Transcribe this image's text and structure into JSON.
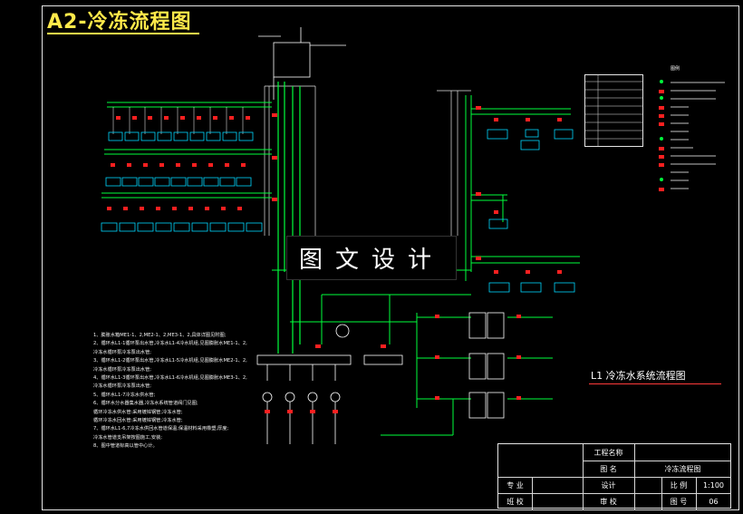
{
  "header": {
    "sheet_title": "A2-冷冻流程图"
  },
  "watermark": "图文设计",
  "diagram": {
    "title": "L1 冷冻水系统流程图",
    "legend_heading": "图例"
  },
  "notes": [
    "1、膨胀水箱ME1-1、2,ME2-1、2,ME3-1、2,具体详图见附图;",
    "2、循环水L1-1循环泵出水管,冷冻水L1-4冷水机组,见图膨胀水ME1-1、2,",
    "   冷冻水循环泵冷冻泵出水管;",
    "3、循环水L1-2循环泵出水管,冷冻水L1-5冷水机组,见图膨胀水ME2-1、2,",
    "   冷冻水循环泵冷冻泵出水管;",
    "4、循环水L1-3循环泵出水管,冷冻水L1-6冷水机组,见图膨胀水ME3-1、2,",
    "   冷冻水循环泵冷冻泵出水管;",
    "5、循环水L1-7冷冻水供水管;",
    "6、循环水分水器集水器,冷冻水系统管道阀门见图;",
    "   循环冷冻水供水管:采用镀锌钢管;冷冻水管;",
    "   循环冷冻水回水管:采用镀锌钢管;冷冻水管;",
    "7、循环水L1-6,7冷冻水供回水管道保温,保温材料采用橡塑,厚度;",
    "   冷冻水管道支吊架按图施工,安装;",
    "8、图中管道标高以管中心计。"
  ],
  "title_block": {
    "project_label": "工程名称",
    "drawing_label": "图 名",
    "drawing_name": "冷冻流程图",
    "discipline_label": "专 业",
    "design_label": "设计",
    "scale_label": "比 例",
    "scale_value": "1:100",
    "drafter_label": "班 校",
    "review_label": "审 校",
    "sheet_label": "图 号",
    "sheet_value": "06"
  },
  "colors": {
    "pipe_green": "#00ff3b",
    "equipment_cyan": "#00d8ff",
    "valve_red": "#ff2020",
    "frame_white": "#e6e6e6",
    "title_yellow": "#ffe94a"
  }
}
